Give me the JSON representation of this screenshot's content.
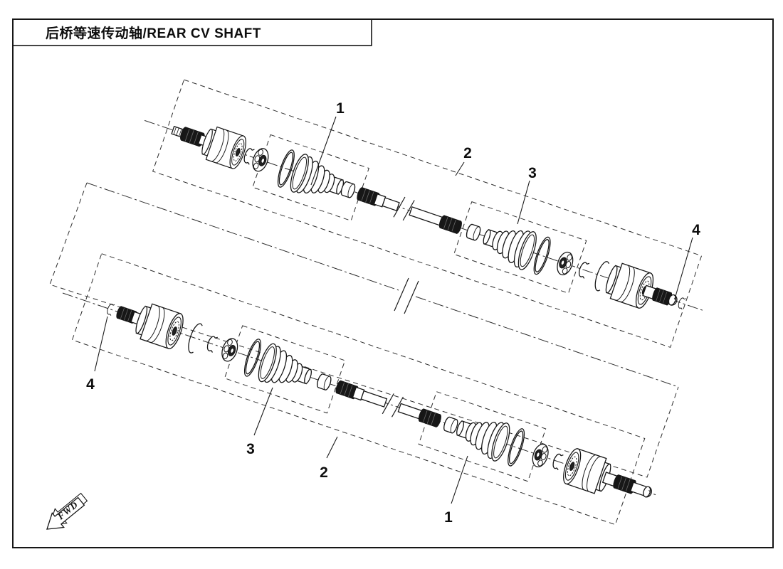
{
  "title": {
    "full": "后桥等速传动轴/REAR CV SHAFT",
    "zh": "后桥等速传动轴",
    "en": "REAR CV SHAFT"
  },
  "orientation": {
    "label": "FWD"
  },
  "callouts": {
    "top": [
      "1",
      "2",
      "3",
      "4"
    ],
    "bottom": [
      "4",
      "3",
      "2",
      "1"
    ]
  },
  "colors": {
    "ink": "#161616",
    "background": "#ffffff"
  }
}
